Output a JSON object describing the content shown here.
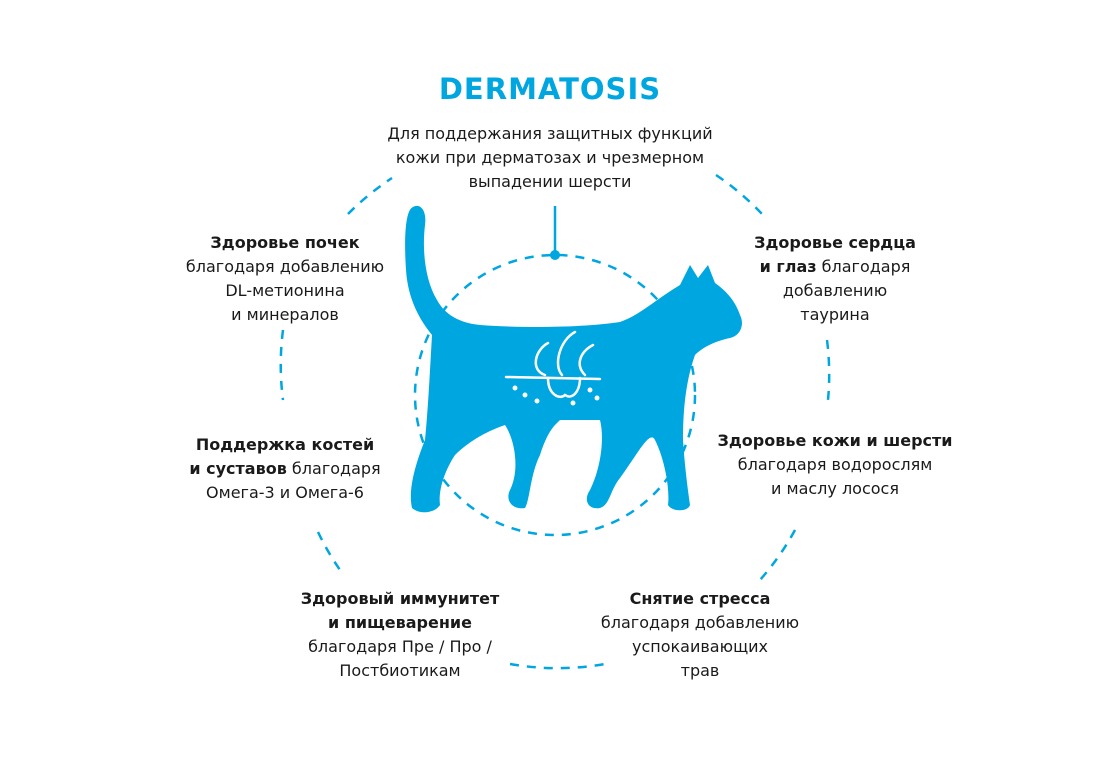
{
  "colors": {
    "accent": "#00a6e0",
    "text": "#1a1a1a"
  },
  "title": "DERMATOSIS",
  "intro": {
    "lines": [
      "Для поддержания защитных функций",
      "кожи при дерматозах и чрезмерном",
      "выпадении шерсти"
    ]
  },
  "benefits": {
    "kidneys": {
      "bold": "Здоровье почек",
      "lines": [
        "благодаря добавлению",
        "DL-метионина",
        "и минералов"
      ]
    },
    "heart": {
      "bold1": "Здоровье сердца",
      "bold2": "и глаз",
      "rest2": " благодаря",
      "lines": [
        "добавлению",
        "таурина"
      ]
    },
    "bones": {
      "bold1": "Поддержка костей",
      "bold2": "и суставов",
      "rest2": " благодаря",
      "line3": "Омега-3 и Омега-6"
    },
    "skin": {
      "bold": "Здоровье кожи и шерсти",
      "lines": [
        "благодаря водорослям",
        "и маслу лосося"
      ]
    },
    "immunity": {
      "bold1": "Здоровый иммунитет",
      "bold2": "и пищеварение",
      "lines": [
        "благодаря Пре / Про /",
        "Постбиотикам"
      ]
    },
    "stress": {
      "bold": "Снятие стресса",
      "lines": [
        "благодаря добавлению",
        "успокаивающих",
        "трав"
      ]
    }
  }
}
